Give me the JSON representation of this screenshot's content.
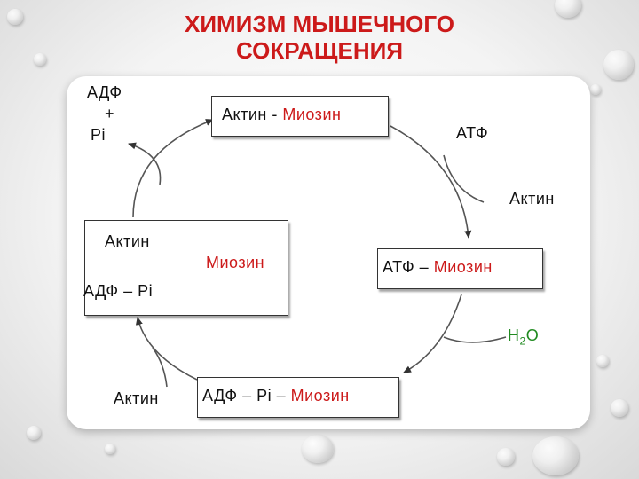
{
  "title": {
    "line1": "ХИМИЗМ МЫШЕЧНОГО",
    "line2": "СОКРАЩЕНИЯ"
  },
  "top_box": {
    "actin": "Актин",
    "separator": " - ",
    "myosin": "Миозин"
  },
  "atp_in": "АТФ",
  "actin_out_right": "Актин",
  "right_box": {
    "atp": "АТФ – ",
    "myosin": "Миозин"
  },
  "water": {
    "h": "H",
    "sub": "2",
    "o": "O"
  },
  "bottom_box": {
    "prefix": "АДФ – Pi – ",
    "myosin": "Миозин"
  },
  "actin_in_bottom": "Актин",
  "left_box": {
    "actin": "Актин",
    "myosin": "Миозин",
    "adp_pi": "АДФ – Pi"
  },
  "products": {
    "adp": "АДФ",
    "plus": "+",
    "pi": "Pi"
  },
  "colors": {
    "title": "#cc1a1a",
    "myosin": "#cc1a1a",
    "water": "#1f8a1f"
  }
}
